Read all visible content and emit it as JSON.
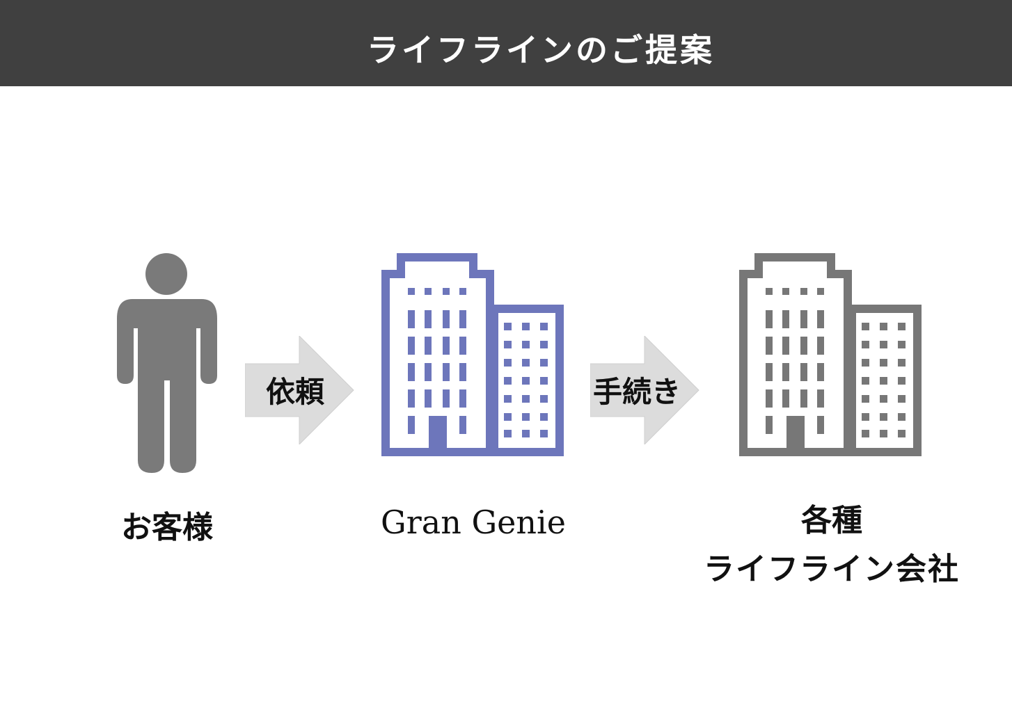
{
  "header": {
    "title": "ライフラインのご提案"
  },
  "nodes": [
    {
      "label": "お客様",
      "icon": "person-icon"
    },
    {
      "label": "Gran Genie",
      "icon": "building-icon"
    },
    {
      "label_line1": "各種",
      "label_line2": "ライフライン会社",
      "icon": "building-icon"
    }
  ],
  "arrows": [
    {
      "label": "依頼"
    },
    {
      "label": "手続き"
    }
  ],
  "colors": {
    "header_bg": "#404040",
    "person": "#7a7a7a",
    "gran_genie_building": "#6d76bb",
    "lifeline_building": "#777777",
    "arrow": "#dcdcdc"
  }
}
